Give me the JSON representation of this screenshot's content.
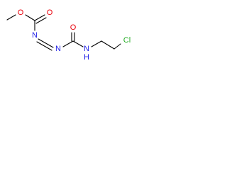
{
  "colors": {
    "bond": "#000000",
    "oxygen": "#e8000b",
    "nitrogen": "#1d1de6",
    "chlorine": "#1faa1f",
    "background": "#ffffff"
  },
  "atoms": {
    "ester_oxygen": {
      "label": "O",
      "element": "oxygen"
    },
    "carbonyl_oxygen_left": {
      "label": "O",
      "element": "oxygen"
    },
    "carbonyl_oxygen_right": {
      "label": "O",
      "element": "oxygen"
    },
    "azo_nitrogen_1": {
      "label": "N",
      "element": "nitrogen"
    },
    "azo_nitrogen_2": {
      "label": "N",
      "element": "nitrogen"
    },
    "amide_nitrogen": {
      "label": "N",
      "element": "nitrogen"
    },
    "amide_hydrogen": {
      "label": "H",
      "element": "nitrogen"
    },
    "chlorine": {
      "label": "Cl",
      "element": "chlorine"
    }
  }
}
